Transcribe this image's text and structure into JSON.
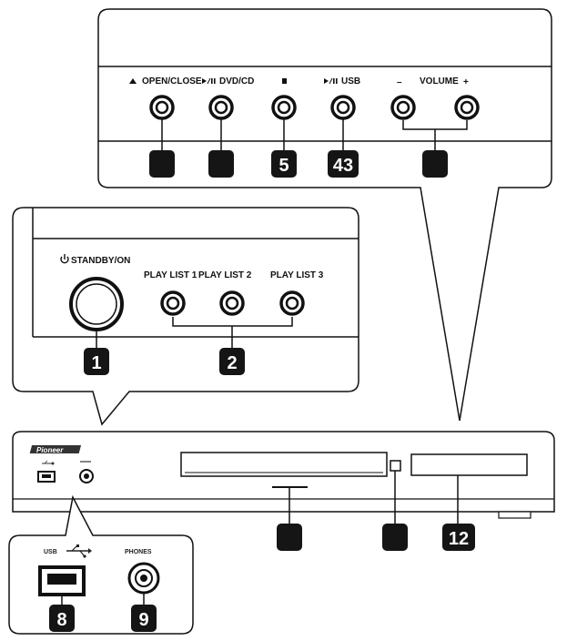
{
  "top_panel": {
    "labels": {
      "open_close": "OPEN/CLOSE",
      "dvd_cd": "DVD/CD",
      "usb": "USB",
      "volume": "VOLUME",
      "minus": "–",
      "plus": "+"
    },
    "badges": {
      "stop": "5",
      "usb_play": "43"
    }
  },
  "mid_panel": {
    "labels": {
      "standby_on": "STANDBY/ON",
      "play_list_1": "PLAY LIST 1",
      "play_list_2": "PLAY LIST 2",
      "play_list_3": "PLAY LIST 3"
    },
    "badges": {
      "standby": "1",
      "play_lists": "2"
    }
  },
  "player": {
    "brand": "Pioneer",
    "badges": {
      "display": "12"
    }
  },
  "bottom_panel": {
    "labels": {
      "usb": "USB",
      "phones": "PHONES"
    },
    "badges": {
      "usb_port": "8",
      "phones_jack": "9"
    }
  },
  "colors": {
    "line": "#111111",
    "badge": "#151515",
    "panel_fill": "#ffffff"
  }
}
